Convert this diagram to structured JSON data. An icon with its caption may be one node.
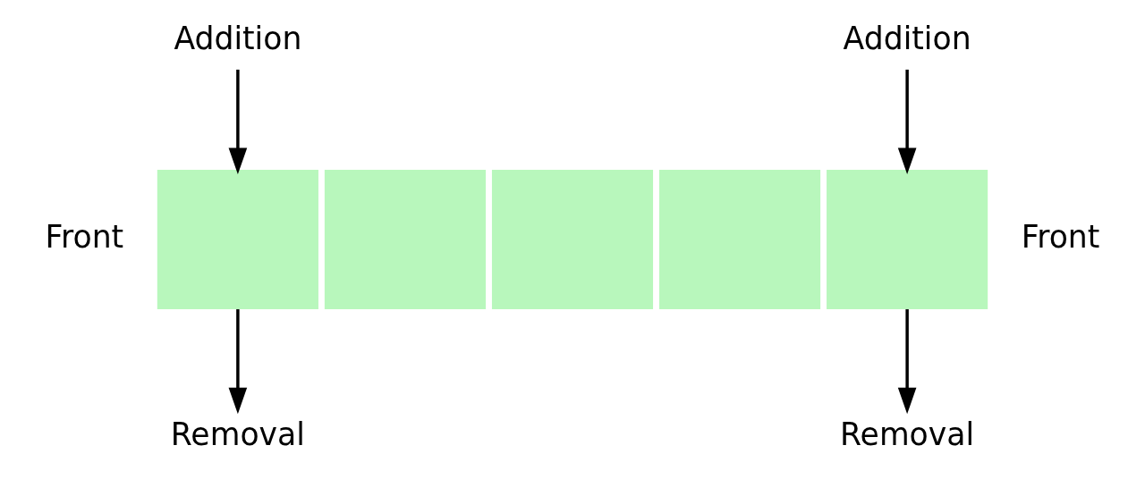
{
  "diagram": {
    "nodes": [
      {
        "text": [
          "Addition"
        ]
      },
      {
        "text": [
          "Addition"
        ]
      },
      {
        "text": [],
        "shape": "box"
      },
      {
        "text": [],
        "shape": "box"
      },
      {
        "text": [],
        "shape": "box"
      },
      {
        "text": [],
        "shape": "box"
      },
      {
        "text": [],
        "shape": "box"
      },
      {
        "text": [
          "Removal"
        ]
      },
      {
        "text": [
          "Removal"
        ]
      }
    ],
    "edges": [
      {
        "from": 0,
        "to": 2,
        "arrow": "to"
      },
      {
        "from": 1,
        "to": 6,
        "arrow": "to"
      },
      {
        "from": 2,
        "to": 7,
        "arrow": "to"
      },
      {
        "from": 6,
        "to": 8,
        "arrow": "to"
      }
    ],
    "labels": [
      "Front",
      "Front"
    ]
  }
}
